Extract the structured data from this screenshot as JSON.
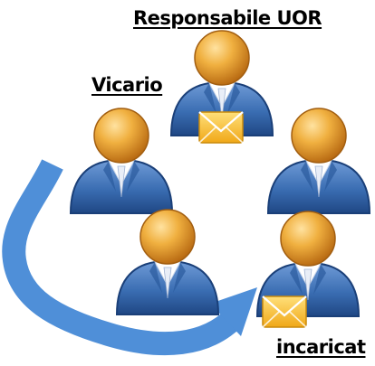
{
  "labels": {
    "responsabile": "Responsabile UOR",
    "vicario": "Vicario",
    "incaricato": "incaricat"
  },
  "people": [
    {
      "role": "responsabile",
      "icon": "person-icon",
      "has_mail": true
    },
    {
      "role": "vicario",
      "icon": "person-icon",
      "has_mail": false
    },
    {
      "role": "other",
      "icon": "person-icon",
      "has_mail": false
    },
    {
      "role": "middle",
      "icon": "person-icon",
      "has_mail": false
    },
    {
      "role": "incaricato",
      "icon": "person-icon",
      "has_mail": true
    }
  ],
  "colors": {
    "head": "#e8a232",
    "head_highlight": "#ffd27a",
    "body": "#3d72b8",
    "body_dark": "#1f4a86",
    "tie": "#ffffff",
    "mail": "#f6c431",
    "arrow": "#4f8fd8"
  }
}
